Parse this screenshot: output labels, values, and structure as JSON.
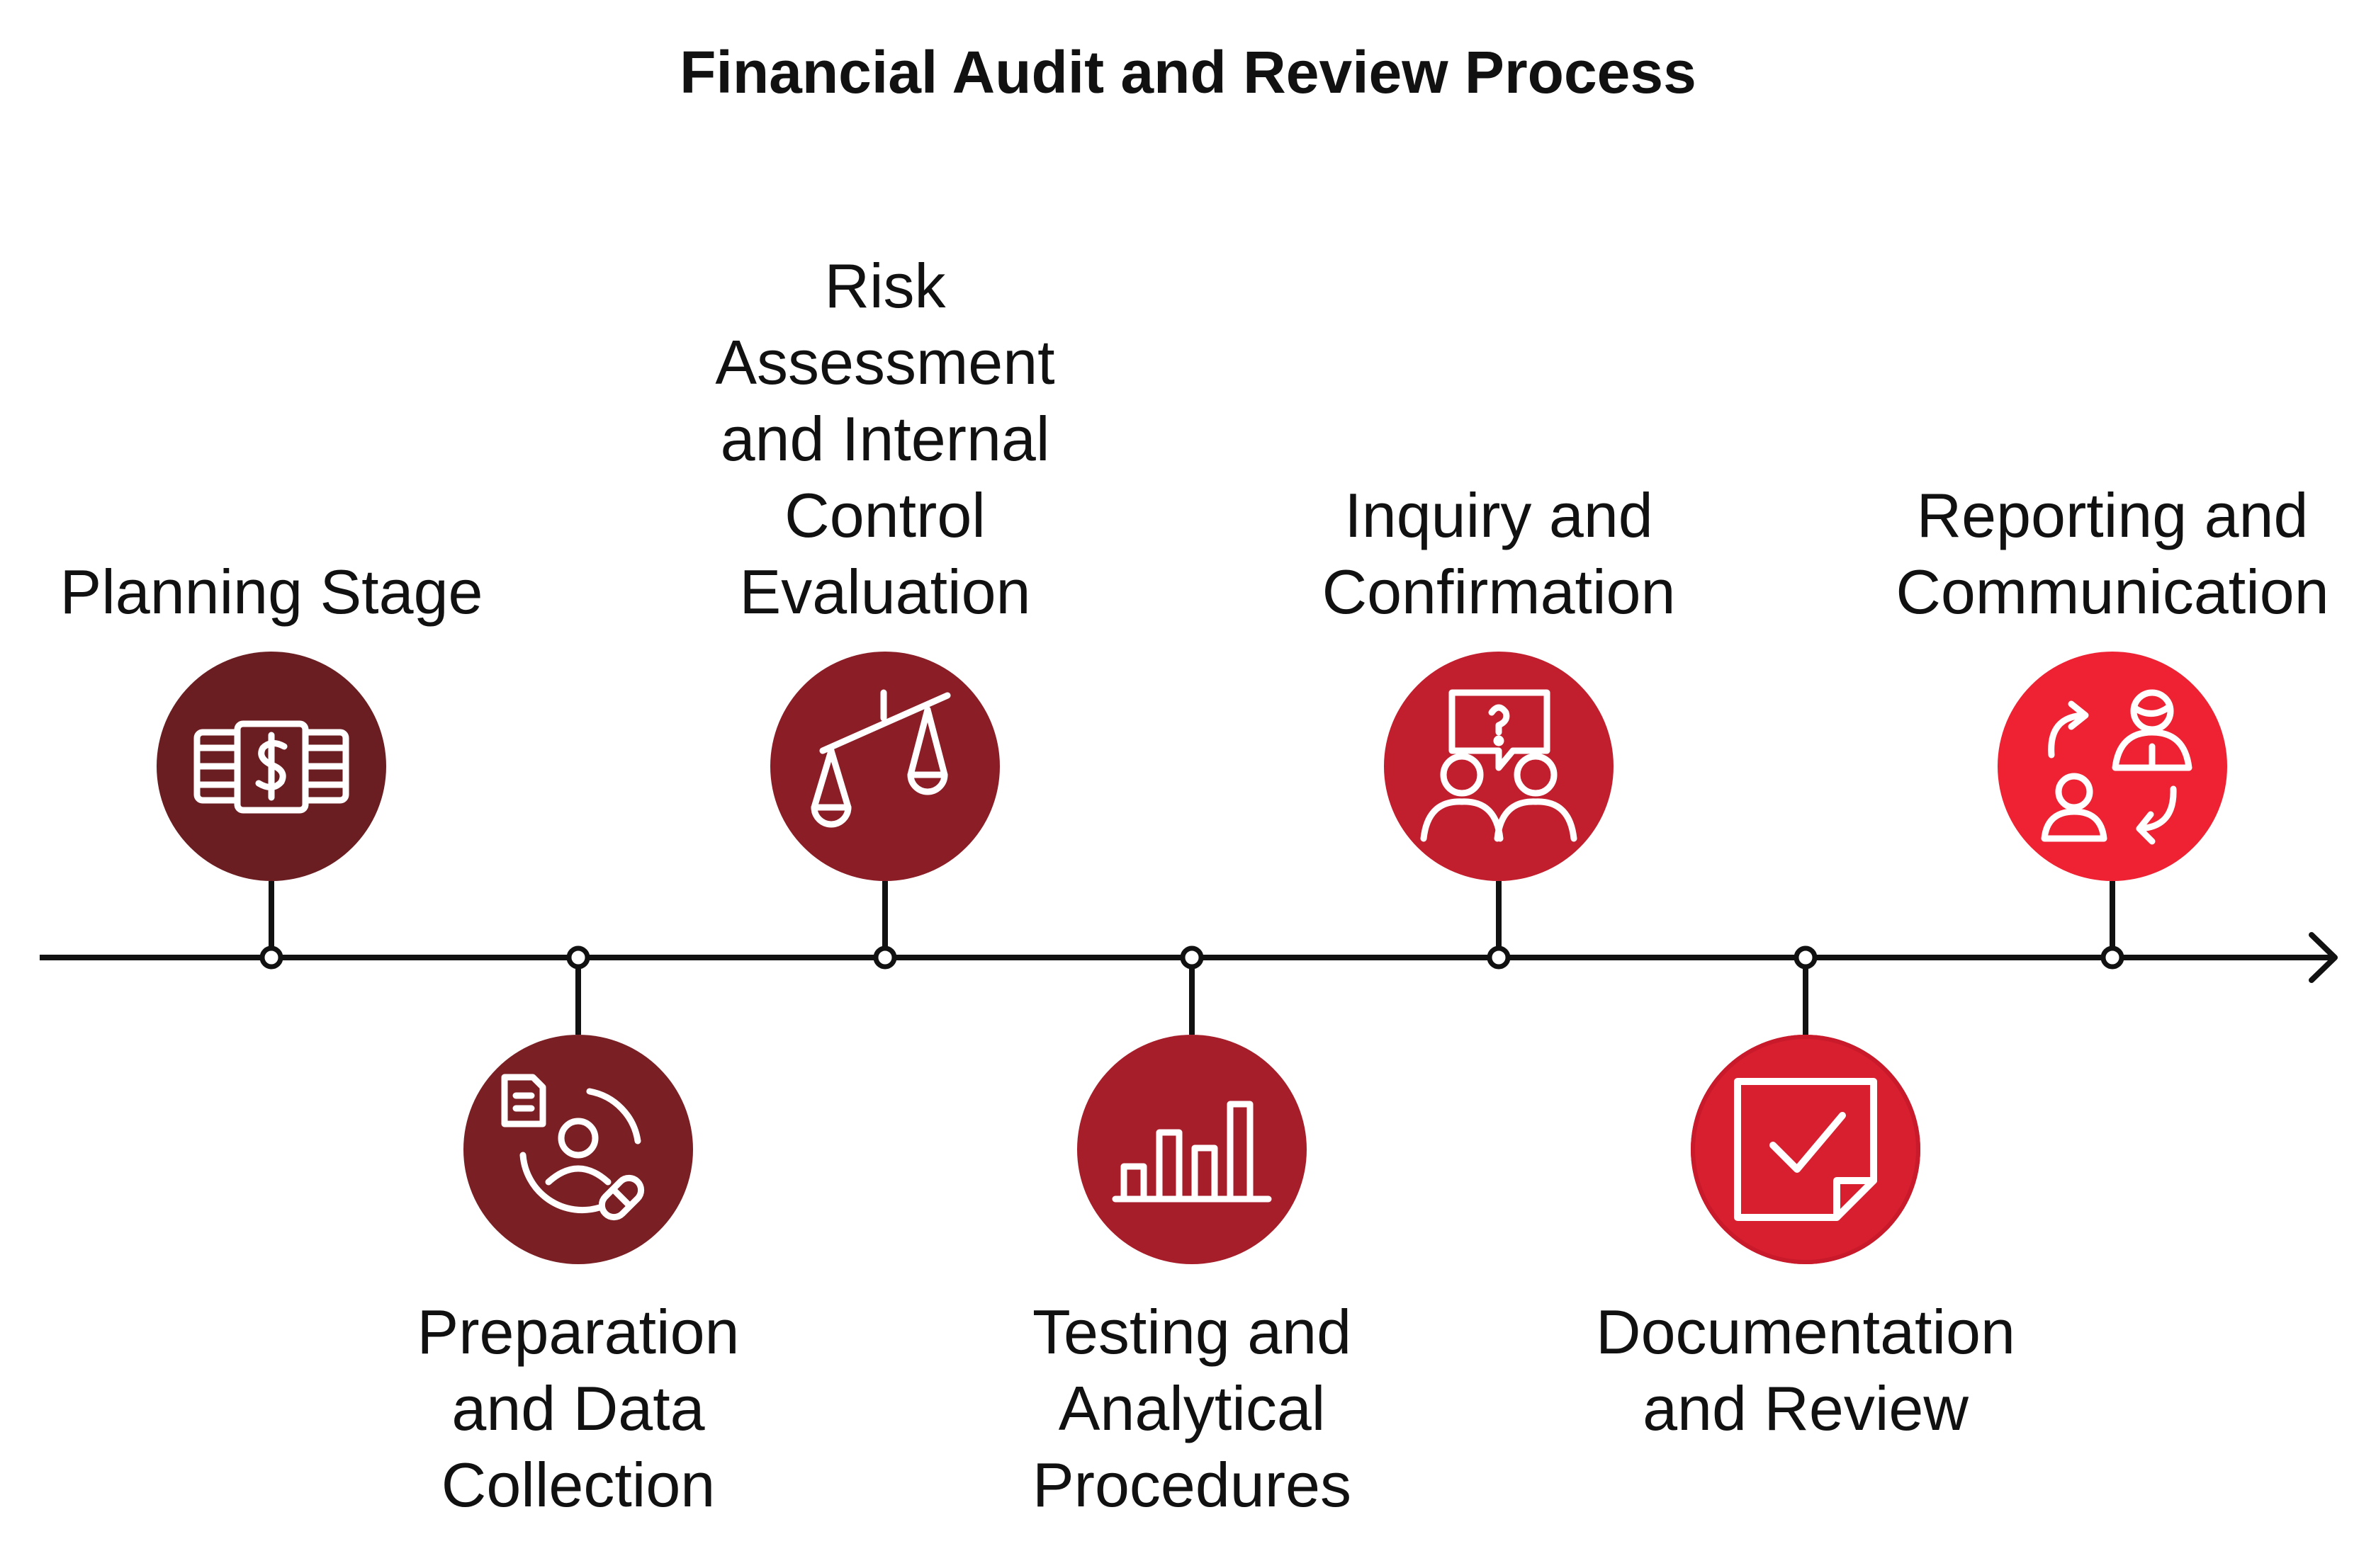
{
  "title": "Financial Audit and Review Process",
  "stages": [
    {
      "label_lines": [
        "Planning Stage"
      ],
      "color": "#6B1E22",
      "icon": "money-stack-icon",
      "position": "top"
    },
    {
      "label_lines": [
        "Preparation",
        "and Data",
        "Collection"
      ],
      "color": "#7A1F24",
      "icon": "data-collection-icon",
      "position": "bottom"
    },
    {
      "label_lines": [
        "Risk",
        "Assessment",
        "and Internal",
        "Control",
        "Evaluation"
      ],
      "color": "#8A1D26",
      "icon": "balance-scale-icon",
      "position": "top"
    },
    {
      "label_lines": [
        "Testing and",
        "Analytical",
        "Procedures"
      ],
      "color": "#A61E2A",
      "icon": "bar-chart-icon",
      "position": "bottom"
    },
    {
      "label_lines": [
        "Inquiry and",
        "Confirmation"
      ],
      "color": "#C21F2E",
      "icon": "inquiry-people-icon",
      "position": "top"
    },
    {
      "label_lines": [
        "Documentation",
        "and Review"
      ],
      "color": "#D81F2F",
      "icon": "checked-note-icon",
      "position": "bottom"
    },
    {
      "label_lines": [
        "Reporting and",
        "Communication"
      ],
      "color": "#EE2232",
      "icon": "communication-exchange-icon",
      "position": "top"
    }
  ],
  "colors": {
    "line": "#111111",
    "icon_stroke": "#ffffff"
  }
}
